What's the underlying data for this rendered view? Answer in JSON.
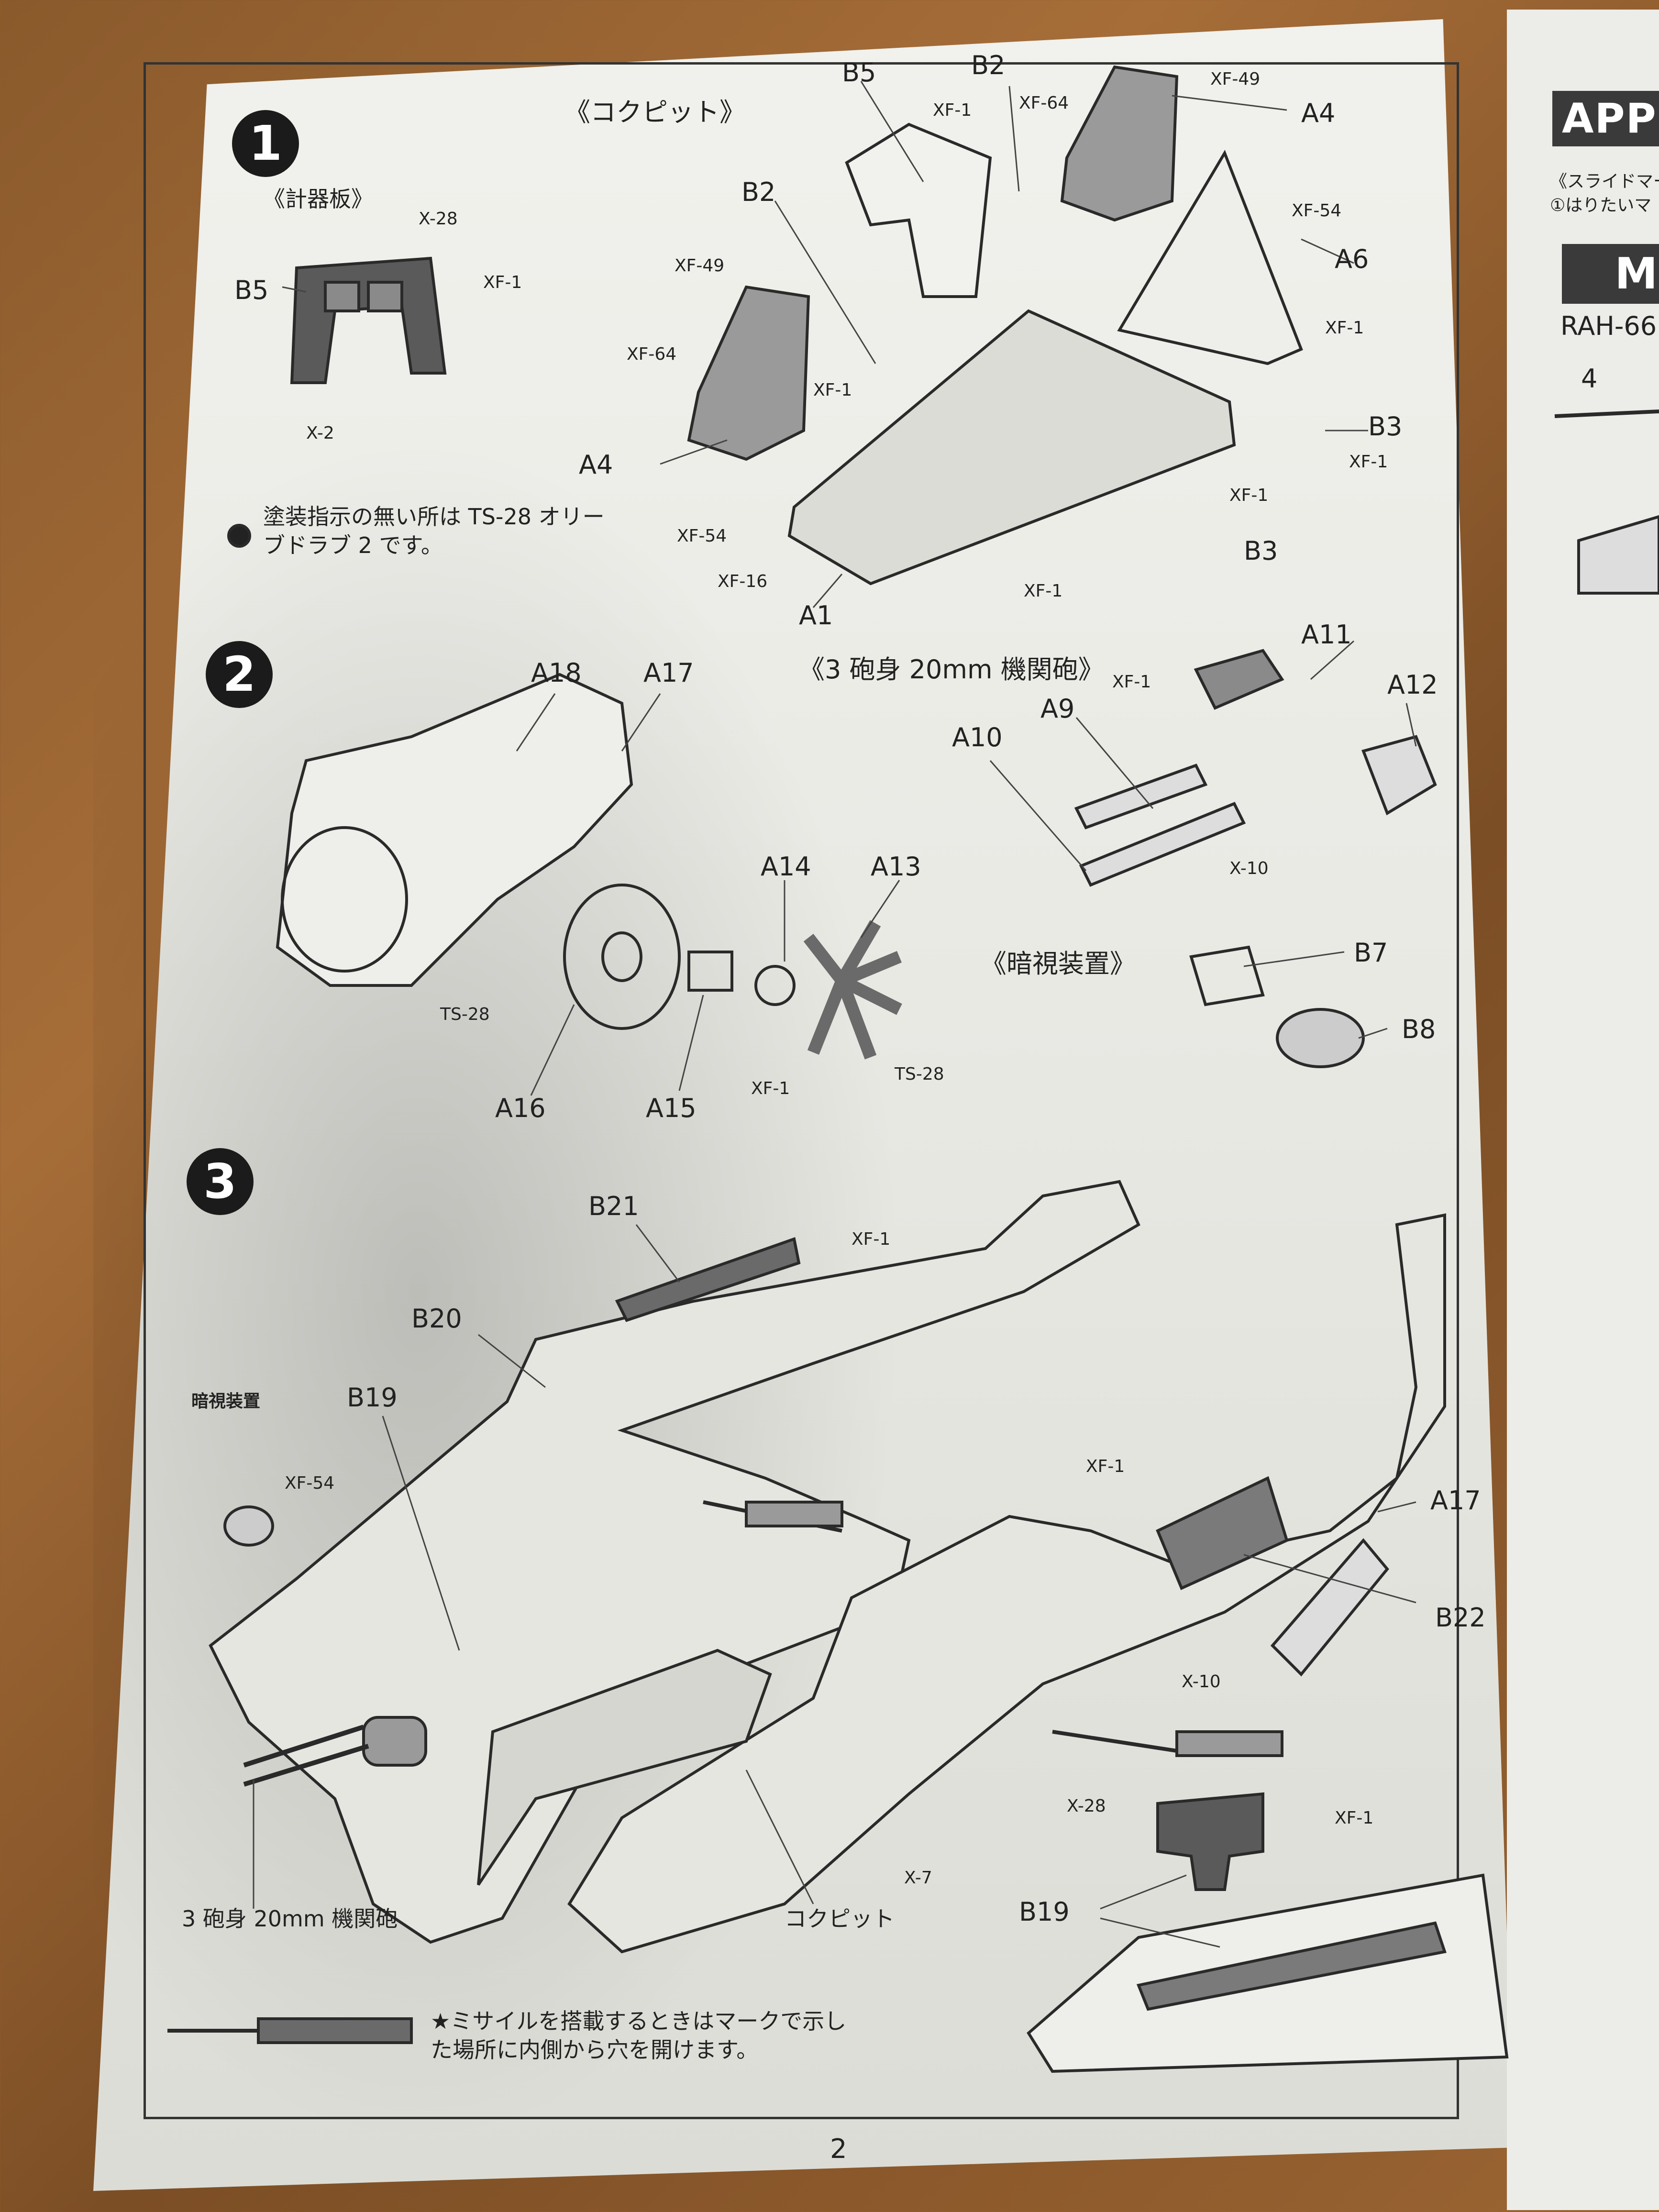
{
  "page_number": "2",
  "legend_note": "塗装指示の無い所は TS-28 オリーブドラブ 2 です。",
  "missile_note": "★ミサイルを搭載するときはマークで示した場所に内側から穴を開けます。",
  "steps": [
    {
      "number": "1",
      "title": "《コクピット》",
      "subtitle": "《計器板》"
    },
    {
      "number": "2",
      "title": "《3 砲身 20mm 機関砲》",
      "subtitle": "《暗視装置》"
    },
    {
      "number": "3",
      "labels": [
        "暗視装置",
        "3 砲身 20mm 機関砲",
        "コクピット"
      ]
    }
  ],
  "right_page": {
    "header": "APPLY",
    "line1": "《スライドマー",
    "line2": "①はりたいマ",
    "box_letter": "M",
    "model": "RAH-66",
    "callout": "4"
  },
  "parts": {
    "b5": "B5",
    "b2": "B2",
    "a4": "A4",
    "a6": "A6",
    "b3": "B3",
    "a1": "A1",
    "a18": "A18",
    "a17": "A17",
    "a11": "A11",
    "a12": "A12",
    "a9": "A9",
    "a10": "A10",
    "a14": "A14",
    "a13": "A13",
    "a16": "A16",
    "a15": "A15",
    "b7": "B7",
    "b8": "B8",
    "b21": "B21",
    "b20": "B20",
    "b19": "B19",
    "b22": "B22"
  },
  "paints": {
    "x28": "X-28",
    "xf1": "XF-1",
    "x2": "X-2",
    "xf49": "XF-49",
    "xf64": "XF-64",
    "xf54": "XF-54",
    "xf16": "XF-16",
    "ts28": "TS-28",
    "x10": "X-10",
    "x7": "X-7"
  },
  "colors": {
    "paper": "#eeeeea",
    "ink": "#222222",
    "table": "#9b6432",
    "part_fill": "#5a5a5a"
  }
}
